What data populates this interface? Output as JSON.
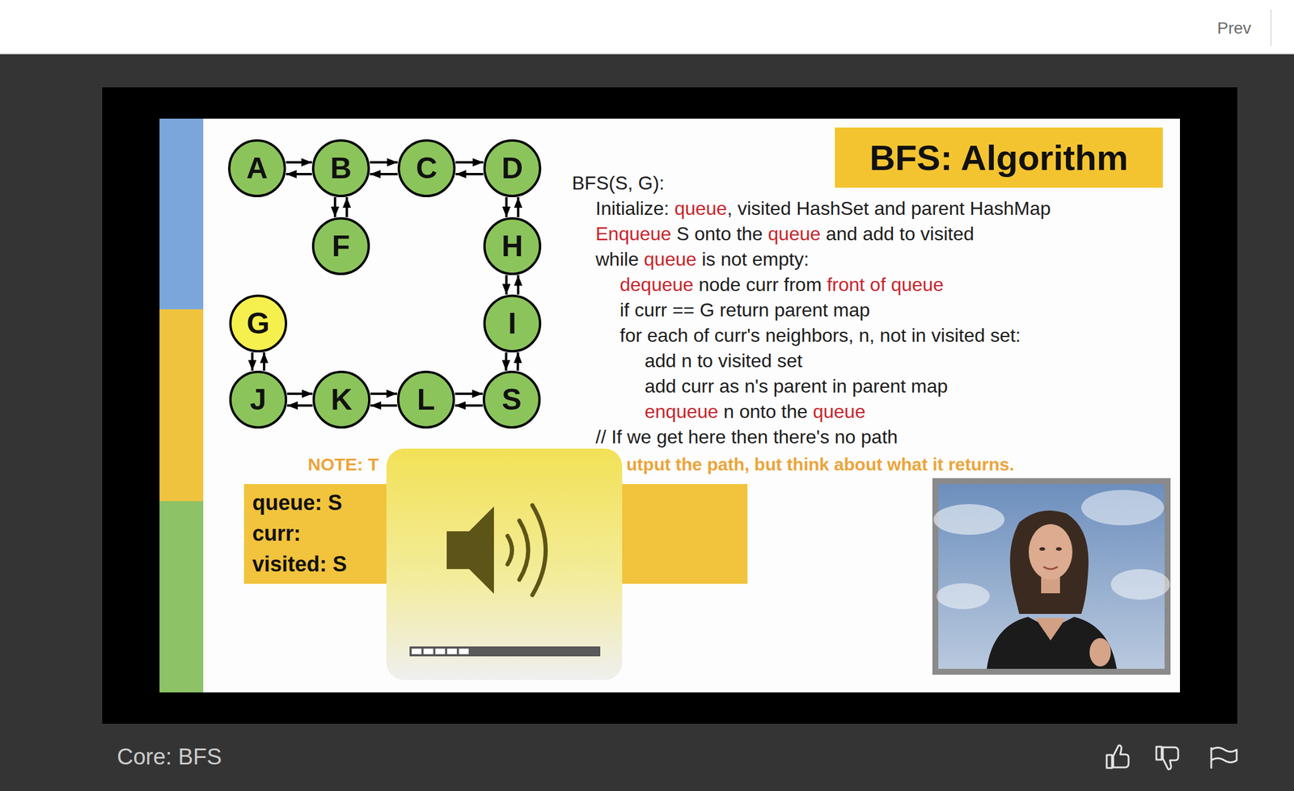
{
  "diagram": {
    "title": "BFS: Algorithm",
    "nodes": [
      {
        "text": [
          "A"
        ]
      },
      {
        "text": [
          "B"
        ]
      },
      {
        "text": [
          "C"
        ]
      },
      {
        "text": [
          "D"
        ]
      },
      {
        "text": [
          "F"
        ]
      },
      {
        "text": [
          "H"
        ]
      },
      {
        "text": [
          "G"
        ]
      },
      {
        "text": [
          "I"
        ]
      },
      {
        "text": [
          "J"
        ]
      },
      {
        "text": [
          "K"
        ]
      },
      {
        "text": [
          "L"
        ]
      },
      {
        "text": [
          "S"
        ]
      },
      {
        "text": [
          "queue: S",
          "curr:",
          "visited: S"
        ]
      }
    ],
    "edges": [
      {
        "from": 0,
        "to": 1,
        "arrow": "to"
      },
      {
        "from": 1,
        "to": 0,
        "arrow": "to"
      },
      {
        "from": 1,
        "to": 2,
        "arrow": "to"
      },
      {
        "from": 2,
        "to": 1,
        "arrow": "to"
      },
      {
        "from": 2,
        "to": 3,
        "arrow": "to"
      },
      {
        "from": 3,
        "to": 2,
        "arrow": "to"
      },
      {
        "from": 1,
        "to": 4,
        "arrow": "to"
      },
      {
        "from": 4,
        "to": 1,
        "arrow": "to"
      },
      {
        "from": 3,
        "to": 5,
        "arrow": "to"
      },
      {
        "from": 5,
        "to": 3,
        "arrow": "to"
      },
      {
        "from": 5,
        "to": 7,
        "arrow": "to"
      },
      {
        "from": 7,
        "to": 5,
        "arrow": "to"
      },
      {
        "from": 7,
        "to": 11,
        "arrow": "to"
      },
      {
        "from": 11,
        "to": 7,
        "arrow": "to"
      },
      {
        "from": 6,
        "to": 8,
        "arrow": "to"
      },
      {
        "from": 8,
        "to": 6,
        "arrow": "to"
      },
      {
        "from": 8,
        "to": 9,
        "arrow": "to"
      },
      {
        "from": 9,
        "to": 8,
        "arrow": "to"
      },
      {
        "from": 9,
        "to": 10,
        "arrow": "to"
      },
      {
        "from": 10,
        "to": 9,
        "arrow": "to"
      },
      {
        "from": 10,
        "to": 11,
        "arrow": "to"
      },
      {
        "from": 11,
        "to": 10,
        "arrow": "to"
      }
    ],
    "labels": [
      "Prev",
      "BFS(S, G):",
      "Initialize: queue, visited HashSet and parent HashMap",
      "Enqueue S onto the queue and add to visited",
      "while queue is not empty:",
      "dequeue node curr from front of queue",
      "if curr == G return parent map",
      "for each of curr's neighbors, n, not in visited set:",
      "add n to visited set",
      "add curr as n's parent in parent map",
      "enqueue n onto the queue",
      "// If we get here then there's no path",
      "NOTE: T",
      "utput the path, but think about what it returns.",
      "Core: BFS"
    ]
  }
}
